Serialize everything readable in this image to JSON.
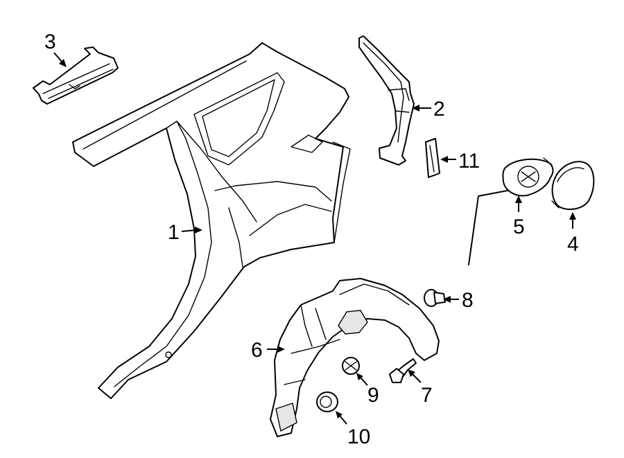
{
  "callouts": {
    "c1": "1",
    "c2": "2",
    "c3": "3",
    "c4": "4",
    "c5": "5",
    "c6": "6",
    "c7": "7",
    "c8": "8",
    "c9": "9",
    "c10": "10",
    "c11": "11"
  },
  "colors": {
    "line": "#000000",
    "background": "#ffffff",
    "shade": "#e6e6e6"
  }
}
